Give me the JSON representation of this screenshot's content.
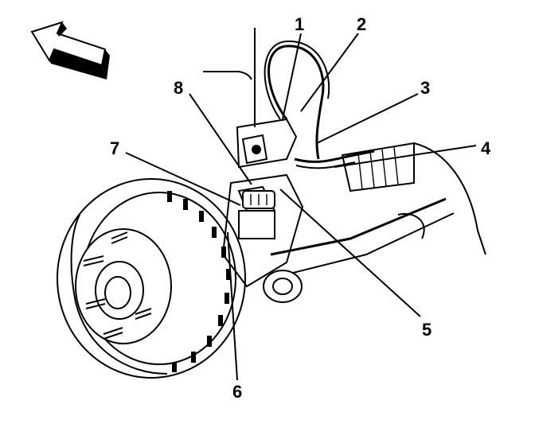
{
  "callouts": [
    {
      "id": "callout-1",
      "label": "1"
    },
    {
      "id": "callout-2",
      "label": "2"
    },
    {
      "id": "callout-3",
      "label": "3"
    },
    {
      "id": "callout-4",
      "label": "4"
    },
    {
      "id": "callout-5",
      "label": "5"
    },
    {
      "id": "callout-6",
      "label": "6"
    },
    {
      "id": "callout-7",
      "label": "7"
    },
    {
      "id": "callout-8",
      "label": "8"
    }
  ],
  "icons": {
    "direction_arrow": "front-direction-arrow-icon"
  }
}
